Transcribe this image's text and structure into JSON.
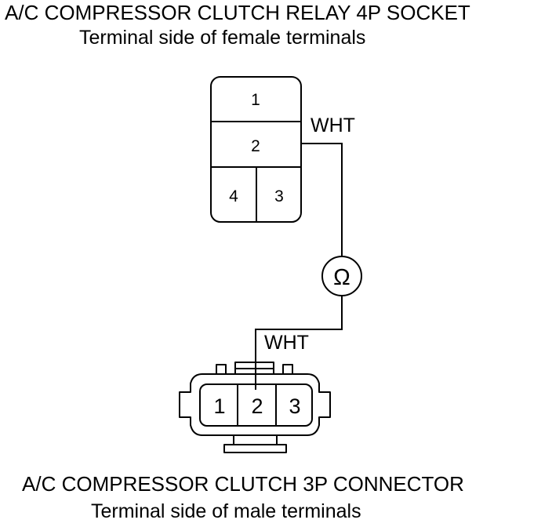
{
  "relay_socket": {
    "title": "A/C COMPRESSOR CLUTCH RELAY 4P SOCKET",
    "subtitle": "Terminal side of female terminals",
    "pins": [
      "1",
      "2",
      "4",
      "3"
    ],
    "wire_label": "WHT"
  },
  "meter": {
    "symbol": "Ω",
    "icon": "ohmmeter-icon"
  },
  "clutch_connector": {
    "title": "A/C COMPRESSOR CLUTCH 3P CONNECTOR",
    "subtitle": "Terminal side of male terminals",
    "pins": [
      "1",
      "2",
      "3"
    ],
    "wire_label": "WHT"
  },
  "colors": {
    "line": "#000000",
    "background": "#ffffff"
  }
}
